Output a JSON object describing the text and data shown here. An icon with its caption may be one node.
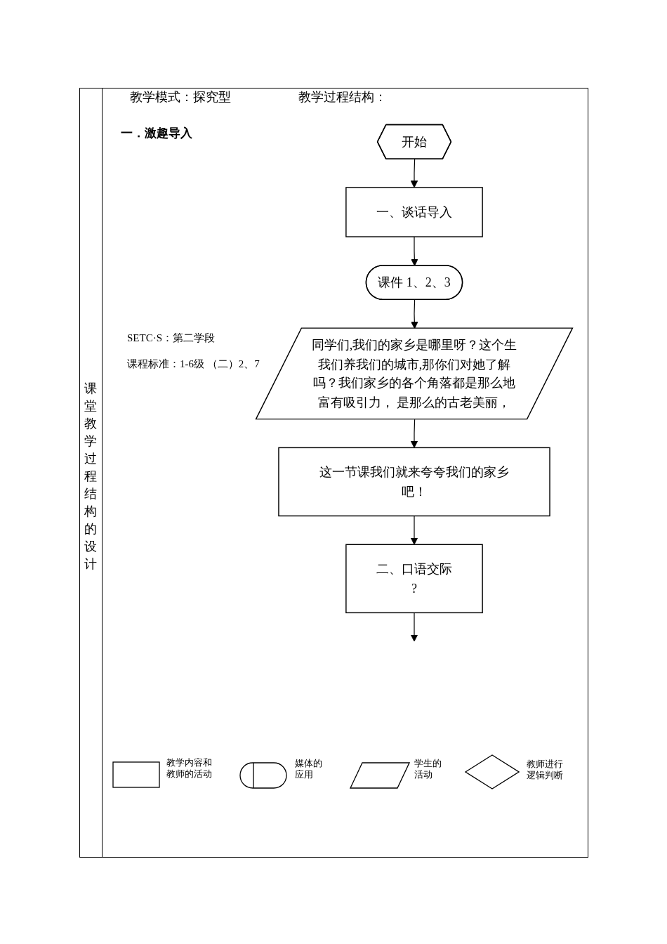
{
  "diagram": {
    "nodes": [
      {
        "text": [
          "开始"
        ]
      },
      {
        "text": [
          "一、谈话导入"
        ]
      },
      {
        "text": [
          "课件 1、2、3"
        ]
      },
      {
        "text": [
          "同学们,我们的家乡是哪里呀？这个生我们养我们的城市,那你们对她了解吗？我们家乡的各个角落都是那么地富有吸引力， 是那么的古老美丽，"
        ]
      },
      {
        "text": [
          "这一节课我们就来夸夸我们的家乡吧！"
        ]
      },
      {
        "text": [
          "二、口语交际",
          "?"
        ]
      }
    ],
    "edges": [
      {
        "from": 0,
        "to": 1,
        "arrow": "to"
      },
      {
        "from": 1,
        "to": 2,
        "arrow": "to"
      },
      {
        "from": 2,
        "to": 3,
        "arrow": "to"
      },
      {
        "from": 3,
        "to": 4,
        "arrow": "to"
      },
      {
        "from": 4,
        "to": 5,
        "arrow": "to"
      },
      {
        "from": 5,
        "to": null,
        "arrow": "to"
      }
    ],
    "labels": [
      "教学模式：探究型",
      "教学过程结构：",
      "一．激趣导入",
      "SETC·S：第二学段",
      "课程标准：1-6级 （二）2、7",
      "课堂教学过程结构的设计"
    ],
    "legend": [
      {
        "text": "教学内容和教师的活动"
      },
      {
        "text": "媒体的应用"
      },
      {
        "text": "学生的活动"
      },
      {
        "text": "教师进行逻辑判断"
      }
    ]
  }
}
